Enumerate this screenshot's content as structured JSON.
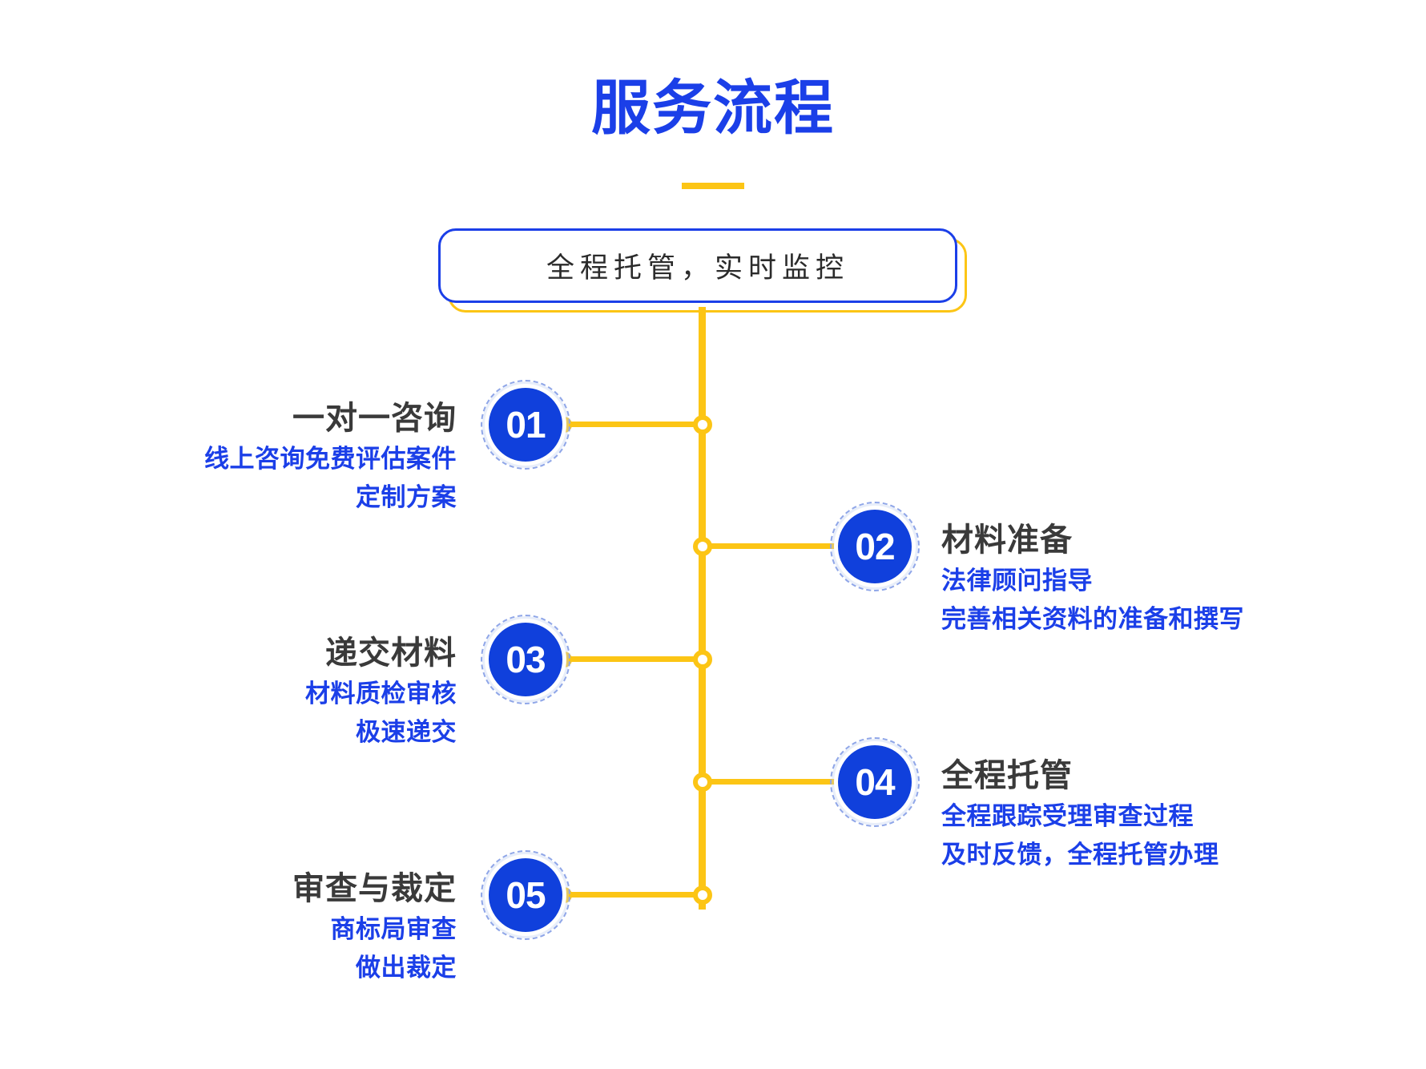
{
  "header": {
    "title": "服务流程",
    "accent_bar_color": "#fcc515",
    "title_color": "#1b3fe8"
  },
  "banner": {
    "text": "全程托管，实时监控",
    "border_color": "#1b3fe8",
    "shadow_color": "#fcc515"
  },
  "palette": {
    "yellow": "#fcc515",
    "blue": "#1b3fe8",
    "node_blue": "#1040dc",
    "dark_text": "#3a3a3a",
    "background": "#ffffff"
  },
  "steps": [
    {
      "number": "01",
      "side": "left",
      "title": "一对一咨询",
      "details": [
        "线上咨询免费评估案件",
        "定制方案"
      ]
    },
    {
      "number": "02",
      "side": "right",
      "title": "材料准备",
      "details": [
        "法律顾问指导",
        "完善相关资料的准备和撰写"
      ]
    },
    {
      "number": "03",
      "side": "left",
      "title": "递交材料",
      "details": [
        "材料质检审核",
        "极速递交"
      ]
    },
    {
      "number": "04",
      "side": "right",
      "title": "全程托管",
      "details": [
        "全程跟踪受理审查过程",
        "及时反馈，全程托管办理"
      ]
    },
    {
      "number": "05",
      "side": "left",
      "title": "审查与裁定",
      "details": [
        "商标局审查",
        "做出裁定"
      ]
    }
  ]
}
